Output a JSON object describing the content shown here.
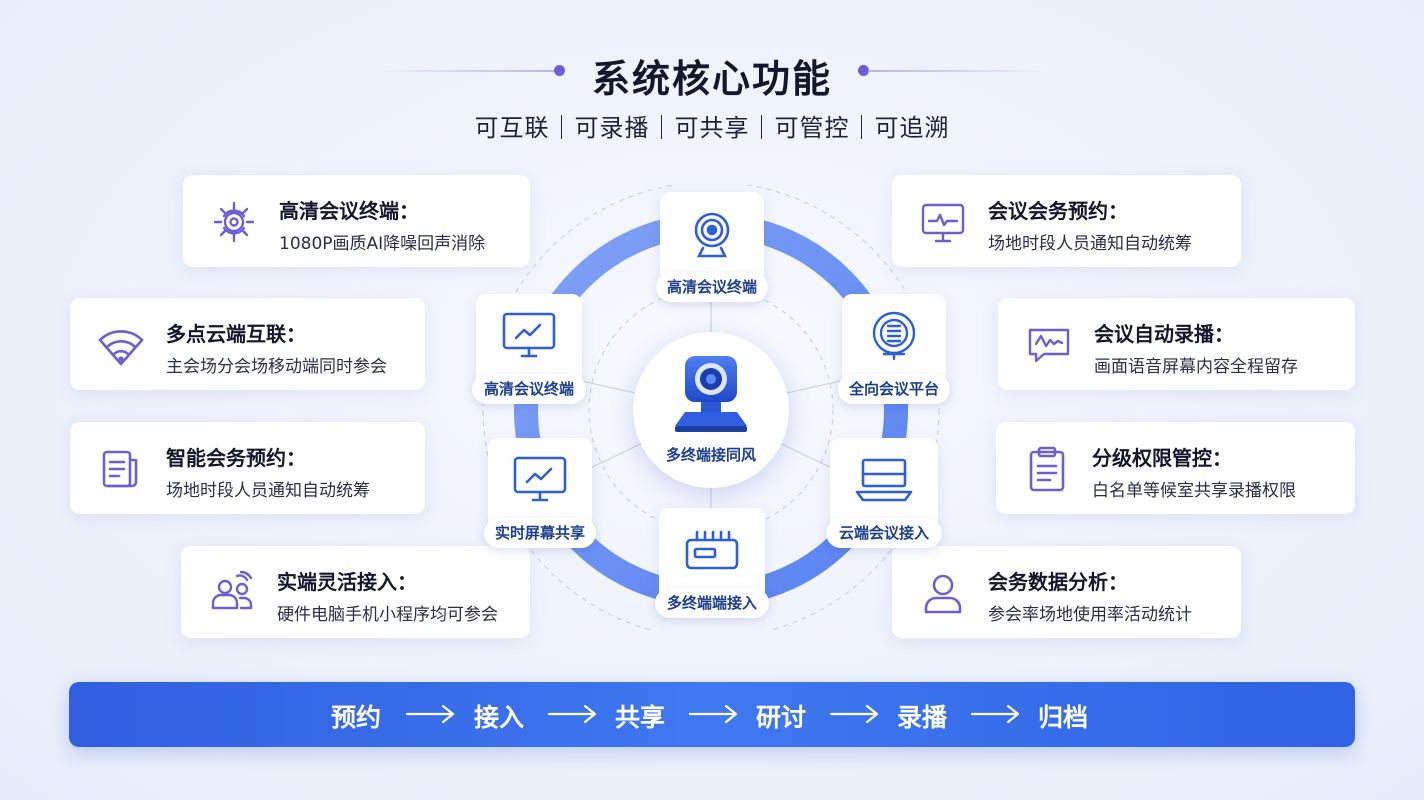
{
  "title": "系统核心功能",
  "subtitle": "可互联｜可录播｜可共享｜可管控｜可追溯",
  "left_cards": [
    {
      "title": "高清会议终端：",
      "desc": "1080P画质AI降噪回声消除",
      "icon": "camera-target-icon"
    },
    {
      "title": "多点云端互联：",
      "desc": "主会场分会场移动端同时参会",
      "icon": "wifi-icon"
    },
    {
      "title": "智能会务预约：",
      "desc": "场地时段人员通知自动统筹",
      "icon": "document-icon"
    },
    {
      "title": "实端灵活接入：",
      "desc": "硬件电脑手机小程序均可参会",
      "icon": "users-icon"
    }
  ],
  "right_cards": [
    {
      "title": "会议会务预约：",
      "desc": "场地时段人员通知自动统筹",
      "icon": "monitor-chart-icon"
    },
    {
      "title": "会议自动录播：",
      "desc": "画面语音屏幕内容全程留存",
      "icon": "chat-wave-icon"
    },
    {
      "title": "分级权限管控：",
      "desc": "白名单等候室共享录播权限",
      "icon": "clipboard-icon"
    },
    {
      "title": "会务数据分析：",
      "desc": "参会率场地使用率活动统计",
      "icon": "user-icon"
    }
  ],
  "hub": {
    "center_label": "多终端接同风",
    "nodes": [
      {
        "label": "高清会议终端",
        "icon": "webcam-icon"
      },
      {
        "label": "高清会议终端",
        "icon": "monitor-icon"
      },
      {
        "label": "全向会议平台",
        "icon": "globe-mic-icon"
      },
      {
        "label": "实时屏幕共享",
        "icon": "screen-share-icon"
      },
      {
        "label": "云端会议接入",
        "icon": "laptop-icon"
      },
      {
        "label": "多终端端接入",
        "icon": "router-icon"
      }
    ]
  },
  "flow": [
    "预约",
    "接入",
    "共享",
    "研讨",
    "录播",
    "归档"
  ],
  "colors": {
    "accent_blue": "#3a6ff0",
    "icon_purple": "#6b5fd6",
    "label_blue": "#1c3f8f"
  }
}
